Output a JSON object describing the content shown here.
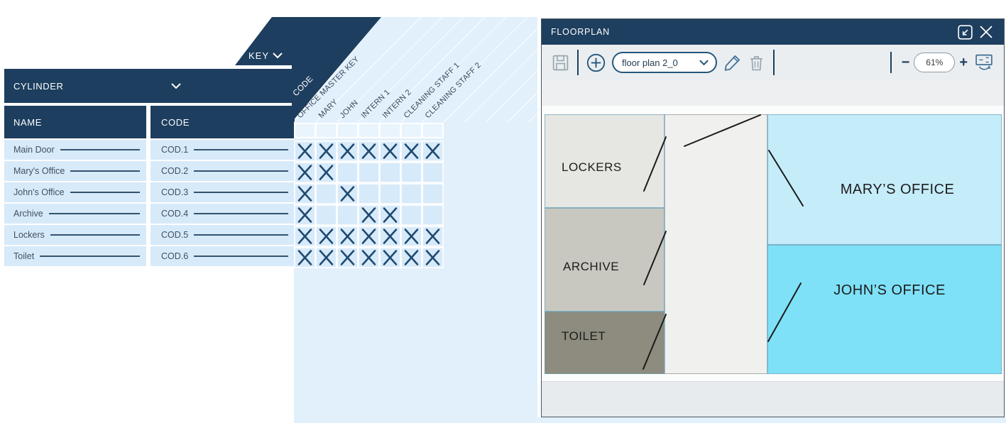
{
  "key_panel": {
    "key_dropdown_label": "KEY",
    "cylinder_dropdown_label": "CYLINDER",
    "columns": {
      "name": "NAME",
      "code": "CODE"
    },
    "code_axis_label": "CODE",
    "key_names": [
      "OFFICE MASTER KEY",
      "MARY",
      "JOHN",
      "INTERN 1",
      "INTERN 2",
      "CLEANING STAFF 1",
      "CLEANING STAFF 2"
    ],
    "cylinders": [
      {
        "name": "Main Door",
        "code": "COD.1"
      },
      {
        "name": "Mary's Office",
        "code": "COD.2"
      },
      {
        "name": "John's Office",
        "code": "COD.3"
      },
      {
        "name": "Archive",
        "code": "COD.4"
      },
      {
        "name": "Lockers",
        "code": "COD.5"
      },
      {
        "name": "Toilet",
        "code": "COD.6"
      }
    ],
    "matrix": [
      [
        1,
        1,
        1,
        1,
        1,
        1,
        1
      ],
      [
        1,
        1,
        0,
        0,
        0,
        0,
        0
      ],
      [
        1,
        0,
        1,
        0,
        0,
        0,
        0
      ],
      [
        1,
        0,
        0,
        1,
        1,
        0,
        0
      ],
      [
        1,
        1,
        1,
        1,
        1,
        1,
        1
      ],
      [
        1,
        1,
        1,
        1,
        1,
        1,
        1
      ]
    ],
    "colors": {
      "navy": "#1d3e5e",
      "band_blue": "#e2f0fc",
      "cell_blue": "#d7eafa",
      "strip_blue": "#e9f4fd",
      "x_mark": "#1f4a70",
      "label_text": "#36495c"
    }
  },
  "floorplan_window": {
    "title": "FLOORPLAN",
    "toolbar": {
      "save_icon": "save-floppy",
      "add_icon": "add-circle-plus",
      "plan_selector_value": "floor plan 2_0",
      "edit_icon": "pencil",
      "delete_icon": "trash",
      "zoom_out_label": "−",
      "zoom_value": "61%",
      "zoom_in_label": "+",
      "fit_icon": "fit-view"
    },
    "rooms": [
      {
        "label": "LOCKERS",
        "fill": "#e6e6e2",
        "text": "#1c1c1c"
      },
      {
        "label": "ARCHIVE",
        "fill": "#c8c8c0",
        "text": "#1c1c1c"
      },
      {
        "label": "TOILET",
        "fill": "#8d8c7e",
        "text": "#1c1c1c"
      },
      {
        "label": "MARY’S OFFICE",
        "fill": "#c5ecf9",
        "text": "#1c1c1c"
      },
      {
        "label": "JOHN’S OFFICE",
        "fill": "#7ee1f8",
        "text": "#1c1c1c"
      }
    ],
    "colors": {
      "titlebar": "#1e3f5f",
      "toolbar_bg": "#ebeef0",
      "corridor": "#f0f0ee",
      "room_border": "#6fa3b8",
      "door_line": "#1b1b1b",
      "accent": "#23577c",
      "disabled_icon": "#9aa7b0"
    }
  }
}
